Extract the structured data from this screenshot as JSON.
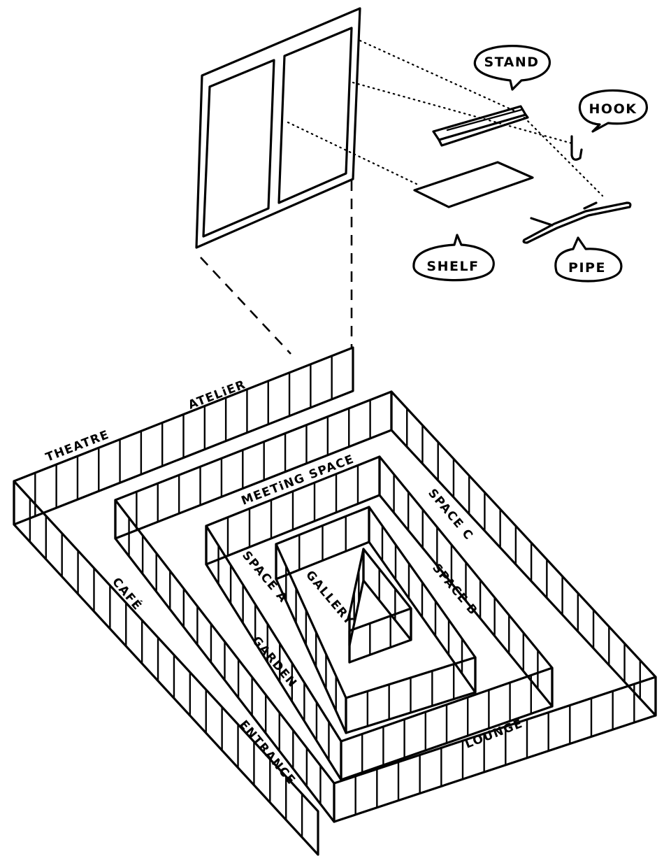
{
  "callouts": {
    "stand": "STAND",
    "hook": "HOOK",
    "shelf": "SHELF",
    "pipe": "PIPE"
  },
  "rooms": {
    "atelier": "ATELiER",
    "theatre": "THEATRE",
    "meeting_space": "MEETiNG SPACE",
    "space_c": "SPACE C",
    "space_a": "SPACE A",
    "gallery": "GALLERY",
    "space_b": "SPACE B",
    "cafe": "CAFÉ",
    "garden": "GARDEN",
    "entrance": "ENTRANCE",
    "lounge": "LOUNGE"
  }
}
